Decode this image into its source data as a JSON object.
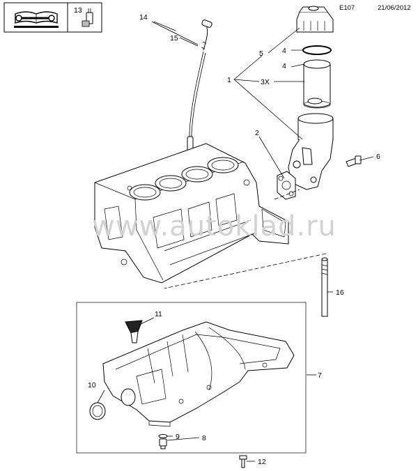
{
  "header": {
    "code": "E107",
    "date": "21/06/2012",
    "legend_number": "13"
  },
  "watermark": "www.autoklad.ru",
  "callouts": {
    "c1": "1",
    "c2": "2",
    "c3x": "3X",
    "c4a": "4",
    "c4b": "4",
    "c5": "5",
    "c6": "6",
    "c7": "7",
    "c8": "8",
    "c9": "9",
    "c10": "10",
    "c11": "11",
    "c12": "12",
    "c14": "14",
    "c15": "15",
    "c16": "16"
  },
  "icons": {
    "legend": "wrench-manual-icon",
    "sensor": "sensor-connector-icon"
  }
}
